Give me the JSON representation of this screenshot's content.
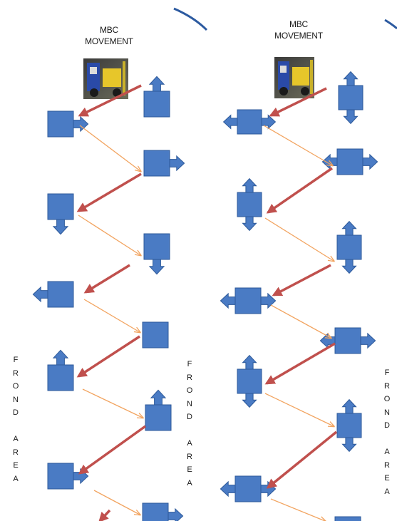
{
  "colors": {
    "block_fill": "#4a7bc4",
    "block_stroke": "#2e5a9a",
    "return_arrow": "#c0504d",
    "forward_arrow": "#f2a460",
    "arc": "#2c5aa0"
  },
  "left_panel": {
    "title_line1": "MBC",
    "title_line2": "MOVEMENT",
    "photo_icon": "forklift-photo-icon",
    "side_label_left": [
      "F",
      "R",
      "O",
      "N",
      "D",
      "",
      "A",
      "R",
      "E",
      "A"
    ],
    "side_label_right": [
      "F",
      "R",
      "O",
      "N",
      "D",
      "",
      "A",
      "R",
      "E",
      "A"
    ]
  },
  "right_panel": {
    "title_line1": "MBC",
    "title_line2": "MOVEMENT",
    "photo_icon": "forklift-photo-icon",
    "side_label_right": [
      "F",
      "R",
      "O",
      "N",
      "D",
      "",
      "A",
      "R",
      "E",
      "A"
    ]
  }
}
